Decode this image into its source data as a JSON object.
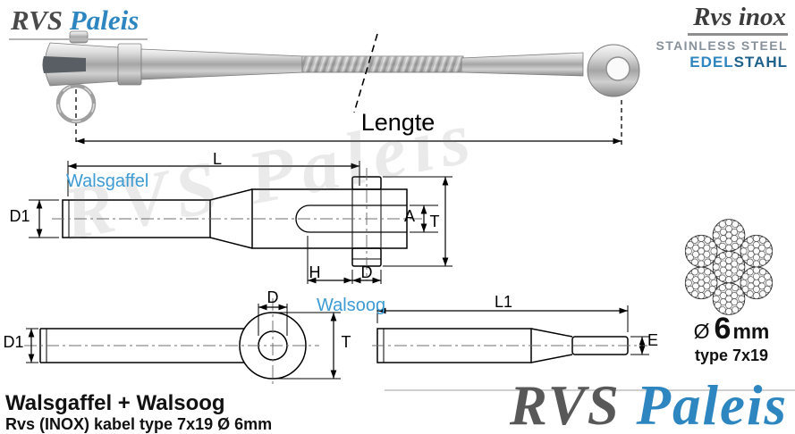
{
  "branding": {
    "logo": {
      "part1": "RVS",
      "part2": "Paleis"
    },
    "top_right": {
      "name": "Rvs inox",
      "line2": "STAINLESS STEEL",
      "line3a": "EDEL",
      "line3b": "STAHL"
    },
    "watermark": "RVS Paleis"
  },
  "photo": {
    "length_label": "Lengte"
  },
  "fork_drawing": {
    "label": "Walsgaffel",
    "dim_L": "L",
    "dim_D1": "D1",
    "dim_A": "A",
    "dim_T": "T",
    "dim_H": "H",
    "dim_D": "D"
  },
  "eye_drawing": {
    "label": "Walsoog",
    "dim_D": "D",
    "dim_D1": "D1",
    "dim_T": "T"
  },
  "stud_drawing": {
    "dim_L1": "L1",
    "dim_E": "E"
  },
  "rope": {
    "diameter_symbol": "Ø",
    "diameter_value": "6",
    "diameter_unit": "mm",
    "type_label": "type 7x19"
  },
  "footer": {
    "title": "Walsgaffel + Walsoog",
    "subtitle": "Rvs (INOX) kabel type 7x19 Ø 6mm"
  },
  "colors": {
    "blue": "#2e86c1",
    "label_blue": "#3d9bd4",
    "dark_gray": "#4a4a4a"
  }
}
